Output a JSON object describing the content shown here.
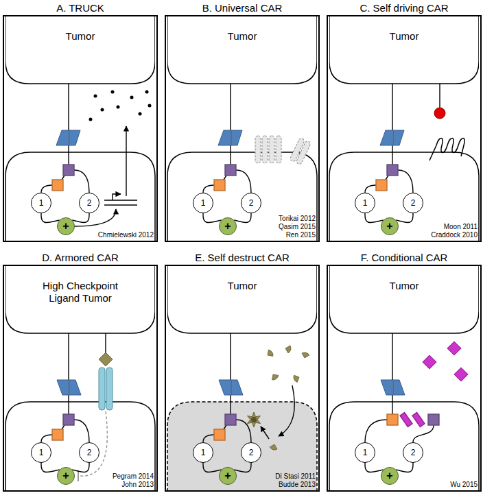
{
  "diagram": {
    "nodes": [
      {
        "text": [
          "A. TRUCK"
        ]
      },
      {
        "text": [
          "Tumor"
        ],
        "in": 0
      },
      {
        "text": [
          "1"
        ],
        "in": 0
      },
      {
        "text": [
          "2"
        ],
        "in": 0
      },
      {
        "text": [
          "+"
        ],
        "in": 0
      },
      {
        "text": [
          "B. Universal CAR"
        ]
      },
      {
        "text": [
          "Tumor"
        ],
        "in": 5
      },
      {
        "text": [
          "1"
        ],
        "in": 5
      },
      {
        "text": [
          "2"
        ],
        "in": 5
      },
      {
        "text": [
          "+"
        ],
        "in": 5
      },
      {
        "text": [
          "C. Self driving CAR"
        ]
      },
      {
        "text": [
          "Tumor"
        ],
        "in": 10
      },
      {
        "text": [
          "1"
        ],
        "in": 10
      },
      {
        "text": [
          "2"
        ],
        "in": 10
      },
      {
        "text": [
          "+"
        ],
        "in": 10
      },
      {
        "text": [
          "D. Armored CAR"
        ]
      },
      {
        "text": [
          "High Checkpoint Ligand Tumor"
        ],
        "in": 15
      },
      {
        "text": [
          "1"
        ],
        "in": 15
      },
      {
        "text": [
          "2"
        ],
        "in": 15
      },
      {
        "text": [
          "+"
        ],
        "in": 15
      },
      {
        "text": [
          "E. Self destruct CAR"
        ]
      },
      {
        "text": [
          "Tumor"
        ],
        "in": 20
      },
      {
        "text": [
          "1"
        ],
        "in": 20
      },
      {
        "text": [
          "2"
        ],
        "in": 20
      },
      {
        "text": [
          "+"
        ],
        "in": 20
      },
      {
        "text": [
          "F. Conditional CAR"
        ]
      },
      {
        "text": [
          "Tumor"
        ],
        "in": 25
      },
      {
        "text": [
          "1"
        ],
        "in": 25
      },
      {
        "text": [
          "2"
        ],
        "in": 25
      },
      {
        "text": [
          "+"
        ],
        "in": 25
      }
    ],
    "edges": [
      {
        "from": 2,
        "to": 4,
        "arrow": "none"
      },
      {
        "from": 3,
        "to": 4,
        "arrow": "none"
      },
      {
        "from": 7,
        "to": 9,
        "arrow": "none"
      },
      {
        "from": 8,
        "to": 9,
        "arrow": "none"
      },
      {
        "from": 12,
        "to": 14,
        "arrow": "none"
      },
      {
        "from": 13,
        "to": 14,
        "arrow": "none"
      },
      {
        "from": 17,
        "to": 19,
        "arrow": "none"
      },
      {
        "from": 18,
        "to": 19,
        "arrow": "none"
      },
      {
        "from": 22,
        "to": 24,
        "arrow": "none"
      },
      {
        "from": 23,
        "to": 24,
        "arrow": "none"
      },
      {
        "from": 27,
        "to": 29,
        "arrow": "none"
      },
      {
        "from": 28,
        "to": 29,
        "arrow": "none"
      }
    ],
    "labels": [
      "Chmielewski 2012",
      "Torikai 2012",
      "Qasim 2015",
      "Ren 2015",
      "Moon 2011",
      "Craddock 2010",
      "Pegram 2014",
      "John 2013",
      "Di Stasi 2011",
      "Budde 2013",
      "Wu 2015"
    ]
  }
}
